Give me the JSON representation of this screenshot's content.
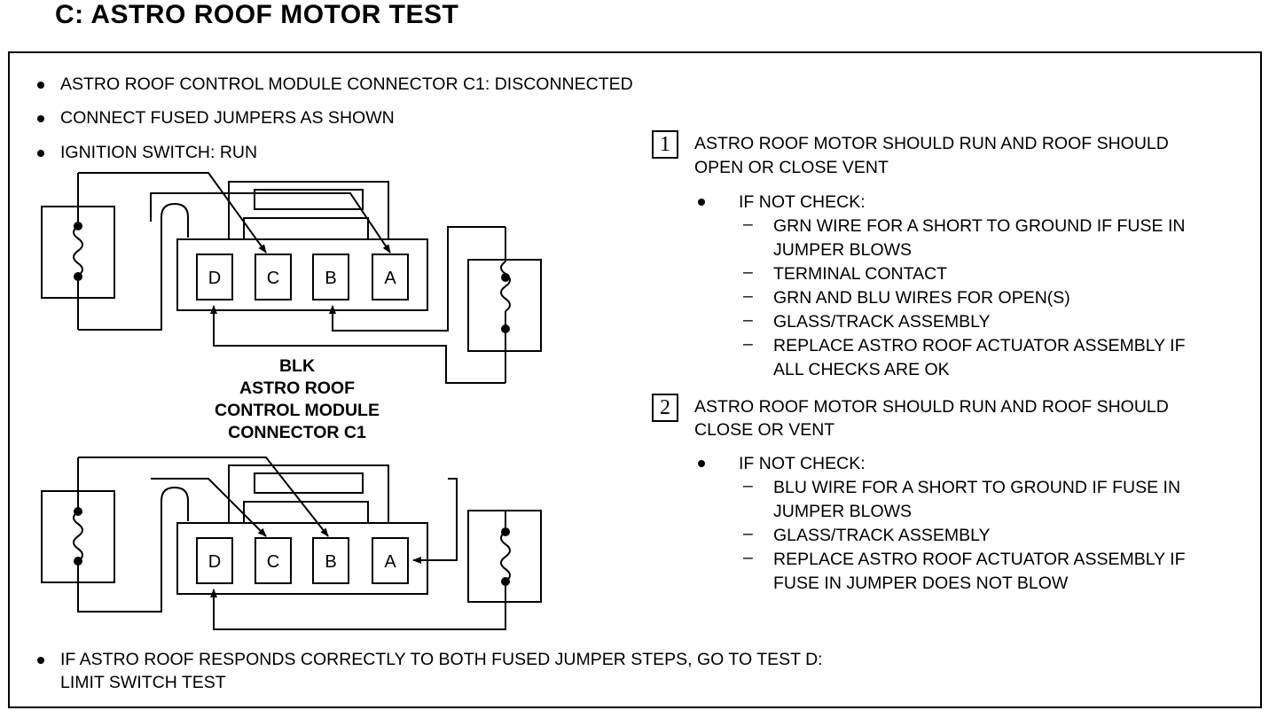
{
  "title": "C: ASTRO ROOF MOTOR TEST",
  "setup": [
    "ASTRO ROOF CONTROL MODULE CONNECTOR C1: DISCONNECTED",
    "CONNECT FUSED JUMPERS AS SHOWN",
    "IGNITION SWITCH: RUN"
  ],
  "connector": {
    "terminals": [
      "D",
      "C",
      "B",
      "A"
    ],
    "caption": [
      "BLK",
      "ASTRO ROOF",
      "CONTROL MODULE",
      "CONNECTOR C1"
    ]
  },
  "steps": [
    {
      "number": "1",
      "result": [
        "ASTRO ROOF MOTOR SHOULD RUN AND ROOF SHOULD",
        "OPEN OR CLOSE VENT"
      ],
      "check_label": "IF NOT CHECK:",
      "checks": [
        [
          "GRN WIRE FOR A SHORT TO GROUND IF FUSE IN",
          "JUMPER BLOWS"
        ],
        [
          "TERMINAL CONTACT"
        ],
        [
          "GRN AND BLU WIRES FOR OPEN(S)"
        ],
        [
          "GLASS/TRACK ASSEMBLY"
        ],
        [
          "REPLACE ASTRO ROOF ACTUATOR ASSEMBLY IF",
          "ALL CHECKS ARE OK"
        ]
      ]
    },
    {
      "number": "2",
      "result": [
        "ASTRO ROOF MOTOR SHOULD RUN AND ROOF SHOULD",
        "CLOSE OR VENT"
      ],
      "check_label": "IF NOT CHECK:",
      "checks": [
        [
          "BLU WIRE FOR A SHORT TO GROUND IF FUSE IN",
          "JUMPER BLOWS"
        ],
        [
          "GLASS/TRACK ASSEMBLY"
        ],
        [
          "REPLACE ASTRO ROOF ACTUATOR ASSEMBLY IF",
          "FUSE IN JUMPER DOES NOT BLOW"
        ]
      ]
    }
  ],
  "footer": [
    "IF ASTRO ROOF RESPONDS CORRECTLY TO BOTH FUSED JUMPER STEPS, GO TO TEST D:",
    "LIMIT SWITCH TEST"
  ]
}
